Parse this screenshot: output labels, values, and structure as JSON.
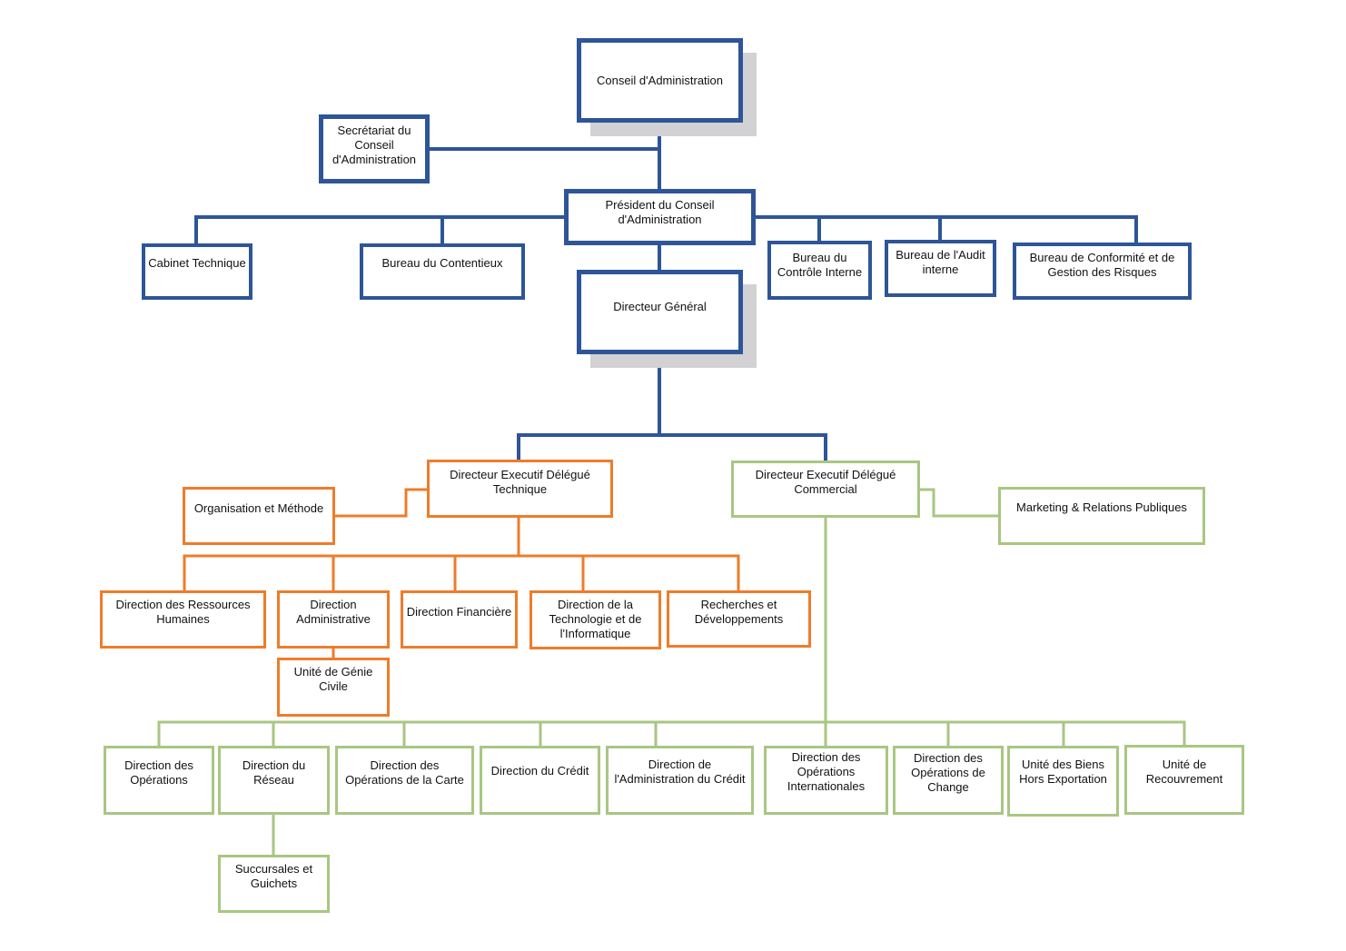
{
  "colors": {
    "executive": "#2e5597",
    "technical": "#ee7c2b",
    "commercial": "#a9c682",
    "shadow": "#d2d2d4"
  },
  "nodes": {
    "conseil": "Conseil d'Administration",
    "secretariat": "Secrétariat du\nConseil\nd'Administration",
    "president": "Président du Conseil\nd'Administration",
    "cabinet": "Cabinet Technique",
    "contentieux": "Bureau du Contentieux",
    "controle": "Bureau du\nContrôle Interne",
    "audit": "Bureau de l'Audit\ninterne",
    "conformite": "Bureau de Conformité et de\nGestion des Risques",
    "dg": "Directeur Général",
    "ded_technique": "Directeur Executif Délégué\nTechnique",
    "ded_commercial": "Directeur Executif Délégué\nCommercial",
    "organisation": "Organisation et Méthode",
    "marketing": "Marketing & Relations Publiques",
    "drh": "Direction des Ressources\nHumaines",
    "dadmin": "Direction\nAdministrative",
    "dfin": "Direction Financière",
    "dtech": "Direction de la\nTechnologie et de\nl'Informatique",
    "rd": "Recherches et\nDéveloppements",
    "genie": "Unité de Génie\nCivile",
    "dops": "Direction des\nOpérations",
    "dreseau": "Direction du\nRéseau",
    "dcarte": "Direction des\nOpérations de la Carte",
    "dcredit": "Direction du Crédit",
    "dadmincredit": "Direction de\nl'Administration du Crédit",
    "dopsint": "Direction des\nOpérations\nInternationales",
    "dchange": "Direction des\nOpérations  de\nChange",
    "biens": "Unité des Biens\nHors Exportation",
    "recouvrement": "Unité de\nRecouvrement",
    "succursales": "Succursales et\nGuichets"
  }
}
